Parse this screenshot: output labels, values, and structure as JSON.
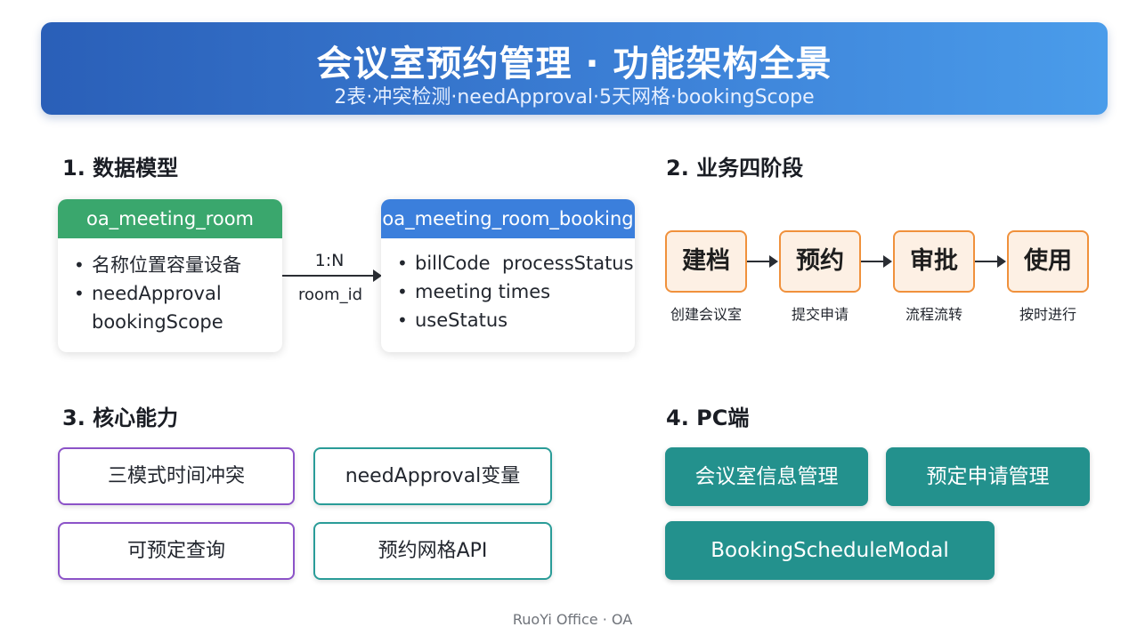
{
  "header": {
    "title": "会议室预约管理 · 功能架构全景",
    "subtitle": "2表·冲突检测·needApproval·5天网格·bookingScope"
  },
  "sections": {
    "data_model": "1. 数据模型",
    "stages": "2. 业务四阶段",
    "capabilities": "3. 核心能力",
    "pc": "4. PC端"
  },
  "data_model": {
    "room_table": {
      "name": "oa_meeting_room",
      "fields": [
        "名称位置容量设备",
        "needApproval\nbookingScope"
      ],
      "color": "#3aa76d"
    },
    "booking_table": {
      "name": "oa_meeting_room_booking",
      "fields": [
        "billCode  processStatus",
        "meeting times",
        "useStatus"
      ],
      "color": "#3b7fdc"
    },
    "relation": {
      "cardinality": "1:N",
      "key": "room_id"
    }
  },
  "stages": [
    {
      "label": "建档",
      "sub": "创建会议室"
    },
    {
      "label": "预约",
      "sub": "提交申请"
    },
    {
      "label": "审批",
      "sub": "流程流转"
    },
    {
      "label": "使用",
      "sub": "按时进行"
    }
  ],
  "capabilities": [
    {
      "label": "三模式时间冲突",
      "color": "#8c53c8"
    },
    {
      "label": "needApproval变量",
      "color": "#2a9c98"
    },
    {
      "label": "可预定查询",
      "color": "#8c53c8"
    },
    {
      "label": "预约网格API",
      "color": "#2a9c98"
    }
  ],
  "pc": {
    "buttons": [
      "会议室信息管理",
      "预定申请管理",
      "BookingScheduleModal"
    ],
    "color": "#23918d"
  },
  "footer": "RuoYi Office · OA"
}
